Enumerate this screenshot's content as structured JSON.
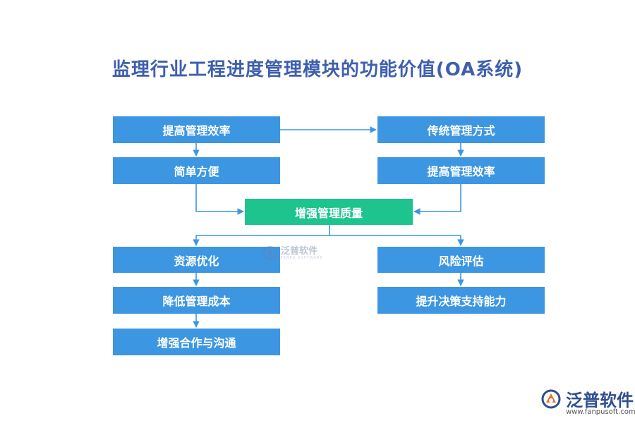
{
  "title": "监理行业工程进度管理模块的功能价值(OA系统)",
  "nodes": {
    "left_top": "提高管理效率",
    "left_second": "简单方便",
    "right_top": "传统管理方式",
    "right_second": "提高管理效率",
    "center": "增强管理质量",
    "left_b1": "资源优化",
    "left_b2": "降低管理成本",
    "left_b3": "增强合作与沟通",
    "right_b1": "风险评估",
    "right_b2": "提升决策支持能力"
  },
  "watermark": {
    "text": "泛普软件",
    "sub": "FANPU SOFTWARE"
  },
  "logo": {
    "text": "泛普软件",
    "url": "www.fanpusoft.com"
  },
  "colors": {
    "box": "#3d96e2",
    "center": "#1dc48e",
    "line": "#3d96e2",
    "title": "#3f5fae"
  }
}
